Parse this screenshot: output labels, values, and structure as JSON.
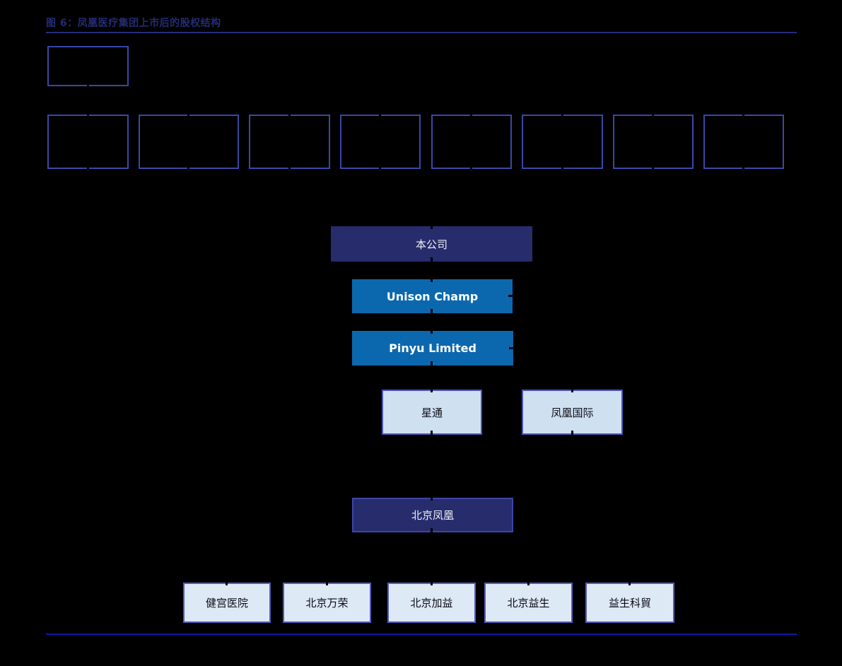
{
  "header": {
    "title": "图 6：凤凰医疗集团上市后的股权结构"
  },
  "diagram": {
    "type": "equity-structure-org-chart",
    "nodes": {
      "parent_company": {
        "label": "本公司"
      },
      "unison_champ": {
        "label": "Unison Champ"
      },
      "pinyu_limited": {
        "label": "Pinyu Limited"
      },
      "xingtong": {
        "label": "星通"
      },
      "phoenix_international": {
        "label": "凤凰国际"
      },
      "beijing_phoenix": {
        "label": "北京凤凰"
      },
      "subsidiaries": [
        {
          "label": "健宫医院"
        },
        {
          "label": "北京万荣"
        },
        {
          "label": "北京加益"
        },
        {
          "label": "北京益生"
        },
        {
          "label": "益生科貿"
        }
      ],
      "empty_shareholder_box_count": 8,
      "empty_legend_box_count": 1
    },
    "colors": {
      "background": "#000000",
      "title_text": "#242C74",
      "empty_box_border": "#3A47A8",
      "navy_fill": "#262C6C",
      "navy_box_border": "#3D45AB",
      "bright_blue_fill": "#0B68AF",
      "light_blue_fill": "#CFE0F1",
      "light_blue_border": "#4D55B8",
      "lighter_blue_fill": "#DEE9F6",
      "lighter_blue_border": "#555CBE",
      "header_rule": "#252D7E",
      "footer_rule": "#1215AE",
      "connector": "#000000"
    }
  }
}
